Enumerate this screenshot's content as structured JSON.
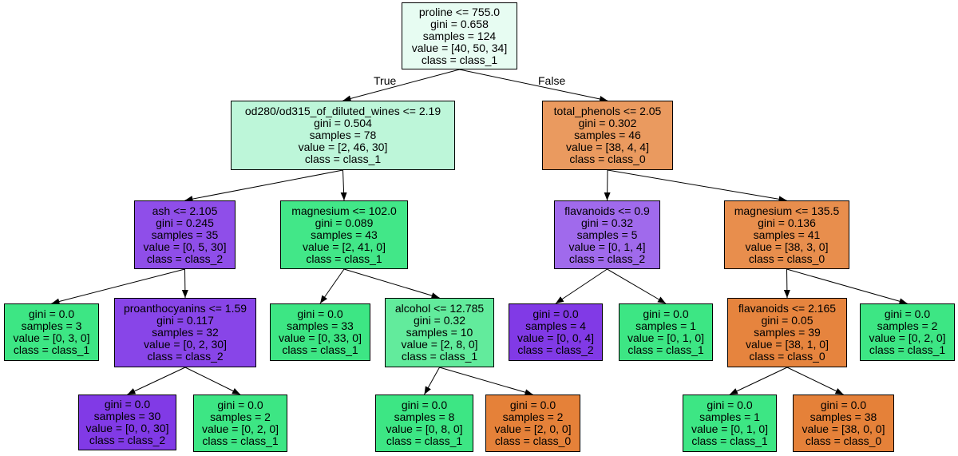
{
  "edge_labels": {
    "true_label": "True",
    "false_label": "False"
  },
  "colors": {
    "edge": "#000000",
    "border": "#000000"
  },
  "nodes": [
    {
      "id": "n0",
      "fill": "#e7fcf2",
      "lines": [
        "proline <= 755.0",
        "gini = 0.658",
        "samples = 124",
        "value = [40, 50, 34]",
        "class = class_1"
      ]
    },
    {
      "id": "n1",
      "fill": "#bdf6d9",
      "lines": [
        "od280/od315_of_diluted_wines <= 2.19",
        "gini = 0.504",
        "samples = 78",
        "value = [2, 46, 30]",
        "class = class_1"
      ]
    },
    {
      "id": "n2",
      "fill": "#8f4ee9",
      "lines": [
        "ash <= 2.105",
        "gini = 0.245",
        "samples = 35",
        "value = [0, 5, 30]",
        "class = class_2"
      ]
    },
    {
      "id": "n3",
      "fill": "#3de684",
      "lines": [
        "gini = 0.0",
        "samples = 3",
        "value = [0, 3, 0]",
        "class = class_1"
      ]
    },
    {
      "id": "n4",
      "fill": "#8845e8",
      "lines": [
        "proanthocyanins <= 1.59",
        "gini = 0.117",
        "samples = 32",
        "value = [0, 2, 30]",
        "class = class_2"
      ]
    },
    {
      "id": "n5",
      "fill": "#813ae6",
      "lines": [
        "gini = 0.0",
        "samples = 30",
        "value = [0, 0, 30]",
        "class = class_2"
      ]
    },
    {
      "id": "n6",
      "fill": "#3de684",
      "lines": [
        "gini = 0.0",
        "samples = 2",
        "value = [0, 2, 0]",
        "class = class_1"
      ]
    },
    {
      "id": "n7",
      "fill": "#42e788",
      "lines": [
        "magnesium <= 102.0",
        "gini = 0.089",
        "samples = 43",
        "value = [2, 41, 0]",
        "class = class_1"
      ]
    },
    {
      "id": "n8",
      "fill": "#3de684",
      "lines": [
        "gini = 0.0",
        "samples = 33",
        "value = [0, 33, 0]",
        "class = class_1"
      ]
    },
    {
      "id": "n9",
      "fill": "#62eb9c",
      "lines": [
        "alcohol <= 12.785",
        "gini = 0.32",
        "samples = 10",
        "value = [2, 8, 0]",
        "class = class_1"
      ]
    },
    {
      "id": "n10",
      "fill": "#3de684",
      "lines": [
        "gini = 0.0",
        "samples = 8",
        "value = [0, 8, 0]",
        "class = class_1"
      ]
    },
    {
      "id": "n11",
      "fill": "#e58139",
      "lines": [
        "gini = 0.0",
        "samples = 2",
        "value = [2, 0, 0]",
        "class = class_0"
      ]
    },
    {
      "id": "n12",
      "fill": "#ea9a5f",
      "lines": [
        "total_phenols <= 2.05",
        "gini = 0.302",
        "samples = 46",
        "value = [38, 4, 4]",
        "class = class_0"
      ]
    },
    {
      "id": "n13",
      "fill": "#a06aec",
      "lines": [
        "flavanoids <= 0.9",
        "gini = 0.32",
        "samples = 5",
        "value = [0, 1, 4]",
        "class = class_2"
      ]
    },
    {
      "id": "n14",
      "fill": "#813ae6",
      "lines": [
        "gini = 0.0",
        "samples = 4",
        "value = [0, 0, 4]",
        "class = class_2"
      ]
    },
    {
      "id": "n15",
      "fill": "#3de684",
      "lines": [
        "gini = 0.0",
        "samples = 1",
        "value = [0, 1, 0]",
        "class = class_1"
      ]
    },
    {
      "id": "n16",
      "fill": "#e88e4d",
      "lines": [
        "magnesium <= 135.5",
        "gini = 0.136",
        "samples = 41",
        "value = [38, 3, 0]",
        "class = class_0"
      ]
    },
    {
      "id": "n17",
      "fill": "#e6843e",
      "lines": [
        "flavanoids <= 2.165",
        "gini = 0.05",
        "samples = 39",
        "value = [38, 1, 0]",
        "class = class_0"
      ]
    },
    {
      "id": "n18",
      "fill": "#3de684",
      "lines": [
        "gini = 0.0",
        "samples = 1",
        "value = [0, 1, 0]",
        "class = class_1"
      ]
    },
    {
      "id": "n19",
      "fill": "#e58139",
      "lines": [
        "gini = 0.0",
        "samples = 38",
        "value = [38, 0, 0]",
        "class = class_0"
      ]
    },
    {
      "id": "n20",
      "fill": "#3de684",
      "lines": [
        "gini = 0.0",
        "samples = 2",
        "value = [0, 2, 0]",
        "class = class_1"
      ]
    }
  ],
  "edges": [
    [
      "n0",
      "n1"
    ],
    [
      "n0",
      "n12"
    ],
    [
      "n1",
      "n2"
    ],
    [
      "n1",
      "n7"
    ],
    [
      "n2",
      "n3"
    ],
    [
      "n2",
      "n4"
    ],
    [
      "n4",
      "n5"
    ],
    [
      "n4",
      "n6"
    ],
    [
      "n7",
      "n8"
    ],
    [
      "n7",
      "n9"
    ],
    [
      "n9",
      "n10"
    ],
    [
      "n9",
      "n11"
    ],
    [
      "n12",
      "n13"
    ],
    [
      "n12",
      "n16"
    ],
    [
      "n13",
      "n14"
    ],
    [
      "n13",
      "n15"
    ],
    [
      "n16",
      "n17"
    ],
    [
      "n16",
      "n20"
    ],
    [
      "n17",
      "n18"
    ],
    [
      "n17",
      "n19"
    ]
  ]
}
